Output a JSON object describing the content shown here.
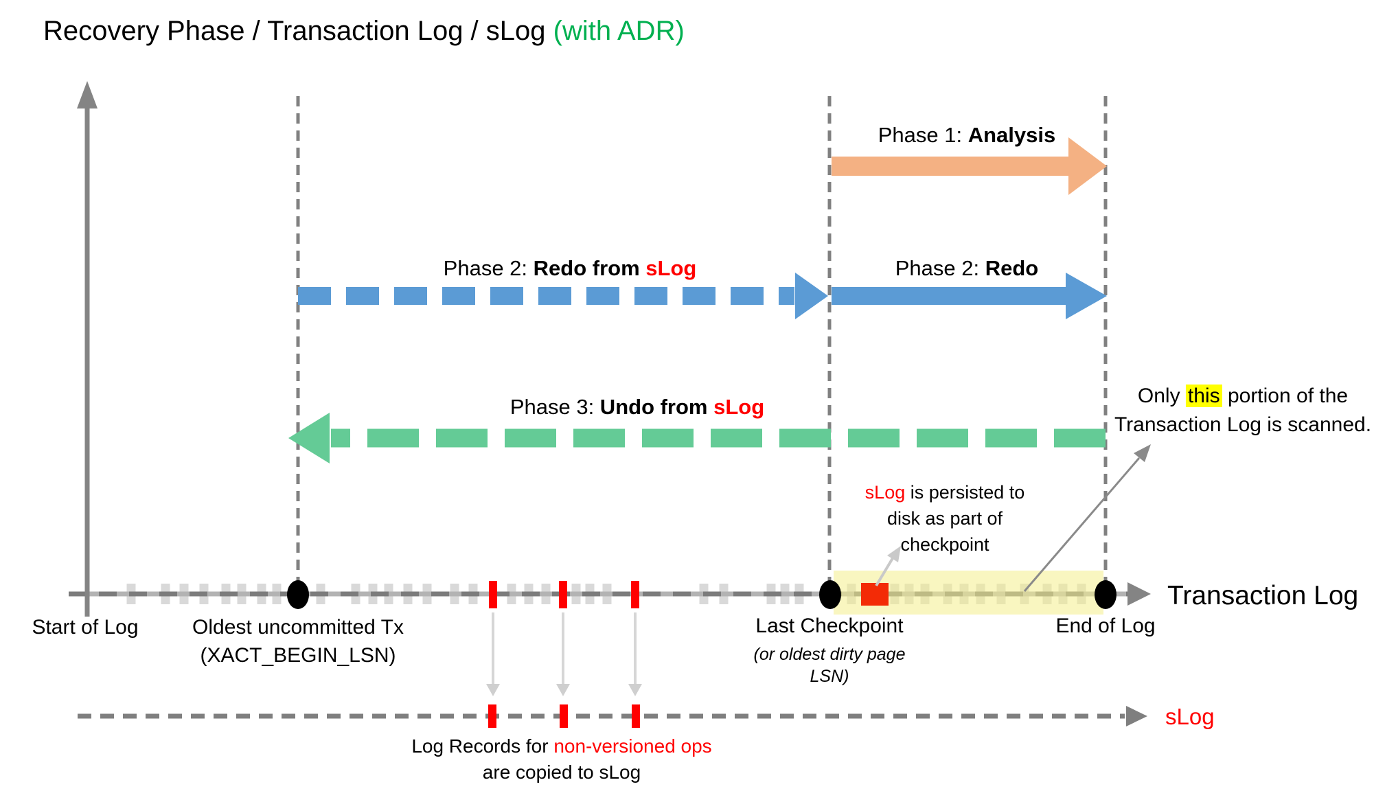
{
  "title": {
    "main": "Recovery Phase / Transaction Log / sLog ",
    "accent": "(with ADR)"
  },
  "phases": {
    "phase1": {
      "prefix": "Phase 1: ",
      "bold": "Analysis",
      "red": ""
    },
    "phase2_slog": {
      "prefix": "Phase 2: ",
      "bold": "Redo from ",
      "red": "sLog"
    },
    "phase2": {
      "prefix": "Phase 2: ",
      "bold": "Redo",
      "red": ""
    },
    "phase3": {
      "prefix": "Phase 3: ",
      "bold": "Undo from ",
      "red": "sLog"
    }
  },
  "axis": {
    "start_label": "Start of Log",
    "transaction_log_label": "Transaction Log",
    "slog_label": "sLog"
  },
  "markers": {
    "oldest_tx": {
      "line1": "Oldest uncommitted Tx",
      "line2": "(XACT_BEGIN_LSN)"
    },
    "last_checkpoint": {
      "line1": "Last Checkpoint",
      "line2": "(or oldest dirty page",
      "line3": "LSN)"
    },
    "end_of_log": {
      "label": "End of Log"
    }
  },
  "annotations": {
    "scan_note": {
      "pre": "Only ",
      "highlight": "this",
      "post": " portion of the",
      "line2": "Transaction Log is scanned."
    },
    "persist_note": {
      "red": "sLog",
      "line1_rest": " is persisted to",
      "line2": "disk as part of",
      "line3": "checkpoint"
    },
    "copy_note": {
      "line1_black": "Log Records for ",
      "line1_red": "non-versioned ops",
      "line2": "are copied to sLog"
    }
  },
  "colors": {
    "accent_green": "#00B050",
    "analysis_arrow_orange": "#F4B183",
    "redo_arrow_blue": "#5B9BD5",
    "undo_arrow_green": "#64CB96",
    "red": "#FF0000",
    "slog_square_red": "#F32B06",
    "highlight_yellow": "#FFFF00",
    "scan_band_yellow": "#F4EE8C",
    "tick_gray": "#D9D9D9"
  },
  "log_marks": {
    "ticks_gray": [
      191,
      241,
      268,
      297,
      329,
      352,
      381,
      403,
      467,
      518,
      543,
      566,
      594,
      622,
      662,
      689,
      745,
      770,
      795,
      839,
      859,
      884,
      1025,
      1054,
      1123,
      1143,
      1164
    ],
    "ticks_scanned": [
      1240,
      1303,
      1324,
      1347,
      1380,
      1404,
      1428,
      1458,
      1492,
      1525,
      1548,
      1575
    ],
    "ticks_red": [
      718,
      820,
      925
    ],
    "slog_ticks_red": [
      717,
      821,
      926
    ]
  }
}
